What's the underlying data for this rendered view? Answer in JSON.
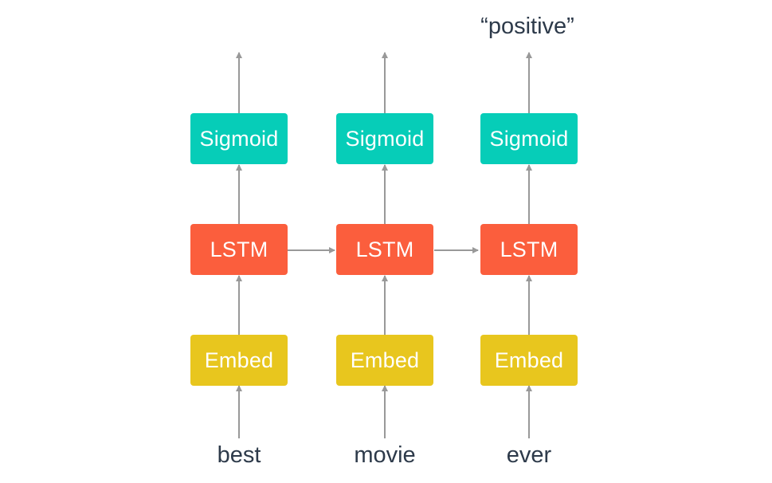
{
  "columns": [
    {
      "word": "best",
      "embed_label": "Embed",
      "lstm_label": "LSTM",
      "sigmoid_label": "Sigmoid"
    },
    {
      "word": "movie",
      "embed_label": "Embed",
      "lstm_label": "LSTM",
      "sigmoid_label": "Sigmoid"
    },
    {
      "word": "ever",
      "embed_label": "Embed",
      "lstm_label": "LSTM",
      "sigmoid_label": "Sigmoid"
    }
  ],
  "output_label": "“positive”",
  "colors": {
    "embed": "#e8c61e",
    "lstm": "#fb5e3d",
    "sigmoid": "#06cdb8",
    "arrow": "#999999",
    "text": "#2d3a4a"
  }
}
